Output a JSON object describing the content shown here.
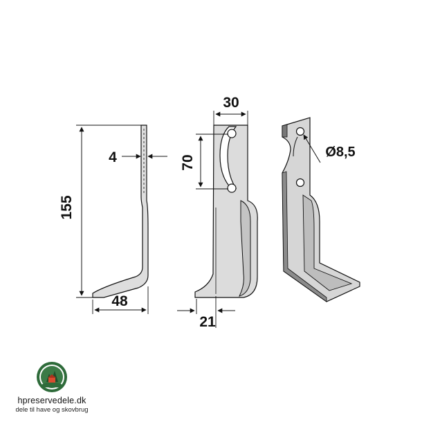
{
  "dimensions": {
    "height": "155",
    "thickness": "4",
    "foot_length": "48",
    "width": "30",
    "hole_spacing": "70",
    "edge_width": "21",
    "hole_diameter": "Ø8,5"
  },
  "brand": {
    "name": "hpreservedele.dk",
    "tagline": "dele til have og skovbrug"
  },
  "colors": {
    "blade_fill": "#d9d9d9",
    "blade_shade": "#b8b8b8",
    "line": "#111111",
    "logo_green": "#2e6b3a"
  }
}
